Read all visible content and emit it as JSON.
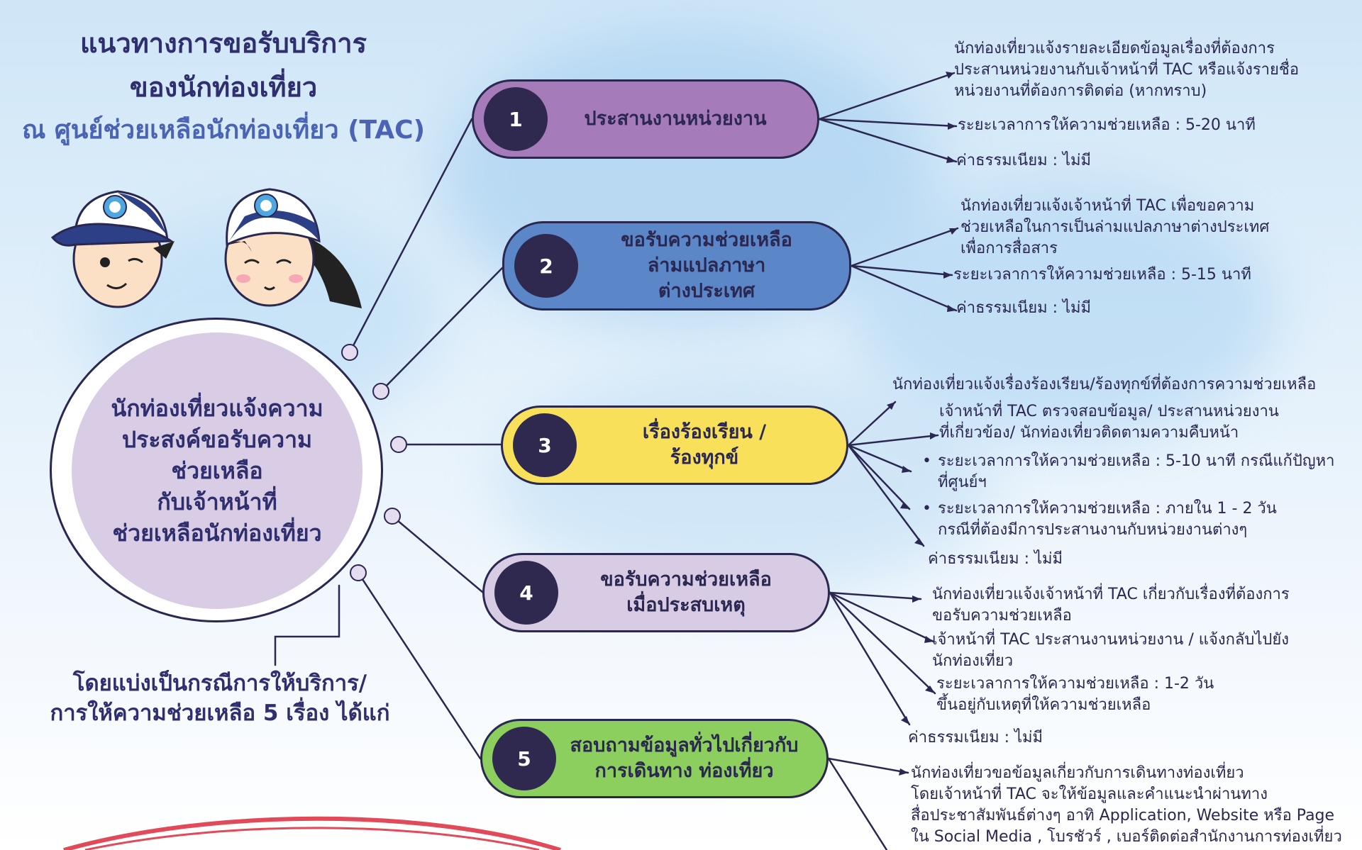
{
  "title": {
    "line1": "แนวทางการขอรับบริการ",
    "line2": "ของนักท่องเที่ยว",
    "line3": "ณ ศูนย์ช่วยเหลือนักท่องเที่ยว (TAC)"
  },
  "hub": {
    "lines": [
      "นักท่องเที่ยวแจ้งความ",
      "ประสงค์ขอรับความ",
      "ช่วยเหลือ",
      "กับเจ้าหน้าที่",
      "ช่วยเหลือนักท่องเที่ยว"
    ]
  },
  "footnote": {
    "line1": "โดยแบ่งเป็นกรณีการให้บริการ/",
    "line2": "การให้ความช่วยเหลือ 5 เรื่อง ได้แก่"
  },
  "colors": {
    "pill1": "#a67bb9",
    "pill2": "#5b86c8",
    "pill3": "#f8e05b",
    "pill4": "#d8cbe4",
    "pill5": "#8ccf5e",
    "outline": "#2a2750",
    "bottom_swoosh": "#e24a5a"
  },
  "services": [
    {
      "number": "1",
      "lines": [
        "ประสานงานหน่วยงาน"
      ],
      "details": [
        [
          "นักท่องเที่ยวแจ้งรายละเอียดข้อมูลเรื่องที่ต้องการ",
          "ประสานหน่วยงานกับเจ้าหน้าที่ TAC หรือแจ้งรายชื่อ",
          "หน่วยงานที่ต้องการติดต่อ (หากทราบ)"
        ],
        [
          "ระยะเวลาการให้ความช่วยเหลือ :  5-20 นาที"
        ],
        [
          "ค่าธรรมเนียม : ไม่มี"
        ]
      ]
    },
    {
      "number": "2",
      "lines": [
        "ขอรับความช่วยเหลือ",
        "ล่ามแปลภาษา",
        "ต่างประเทศ"
      ],
      "details": [
        [
          "นักท่องเที่ยวแจ้งเจ้าหน้าที่ TAC เพื่อขอความ",
          "ช่วยเหลือในการเป็นล่ามแปลภาษาต่างประเทศ",
          "เพื่อการสื่อสาร"
        ],
        [
          "ระยะเวลาการให้ความช่วยเหลือ :  5-15 นาที"
        ],
        [
          "ค่าธรรมเนียม : ไม่มี"
        ]
      ]
    },
    {
      "number": "3",
      "lines": [
        "เรื่องร้องเรียน /",
        "ร้องทุกข์"
      ],
      "details": [
        [
          "นักท่องเที่ยวแจ้งเรื่องร้องเรียน/ร้องทุกข์ที่ต้องการความช่วยเหลือ"
        ],
        [
          "เจ้าหน้าที่ TAC ตรวจสอบข้อมูล/ ประสานหน่วยงาน",
          "ที่เกี่ยวข้อง/ นักท่องเที่ยวติดตามความคืบหน้า"
        ],
        [
          "ระยะเวลาการให้ความช่วยเหลือ :  5-10 นาที กรณีแก้ปัญหา",
          "ที่ศูนย์ฯ"
        ],
        [
          "ระยะเวลาการให้ความช่วยเหลือ :  ภายใน 1 - 2 วัน",
          "กรณีที่ต้องมีการประสานงานกับหน่วยงานต่างๆ"
        ],
        [
          "ค่าธรรมเนียม : ไม่มี"
        ]
      ]
    },
    {
      "number": "4",
      "lines": [
        "ขอรับความช่วยเหลือ",
        "เมื่อประสบเหตุ"
      ],
      "details": [
        [
          "นักท่องเที่ยวแจ้งเจ้าหน้าที่ TAC เกี่ยวกับเรื่องที่ต้องการ",
          "ขอรับความช่วยเหลือ"
        ],
        [
          "เจ้าหน้าที่ TAC ประสานงานหน่วยงาน / แจ้งกลับไปยัง",
          "นักท่องเที่ยว"
        ],
        [
          "ระยะเวลาการให้ความช่วยเหลือ :  1-2 วัน",
          "ขึ้นอยู่กับเหตุที่ให้ความช่วยเหลือ"
        ],
        [
          "ค่าธรรมเนียม : ไม่มี"
        ]
      ]
    },
    {
      "number": "5",
      "lines": [
        "สอบถามข้อมูลทั่วไปเกี่ยวกับ",
        "การเดินทาง ท่องเที่ยว"
      ],
      "details": [
        [
          "นักท่องเที่ยวขอข้อมูลเกี่ยวกับการเดินทางท่องเที่ยว",
          "โดยเจ้าหน้าที่ TAC จะให้ข้อมูลและคำแนะนำผ่านทาง",
          "สื่อประชาสัมพันธ์ต่างๆ อาทิ Application, Website หรือ Page",
          "ใน Social Media , โบรชัวร์ , เบอร์ติดต่อสำนักงานการท่องเที่ยว"
        ]
      ]
    }
  ]
}
